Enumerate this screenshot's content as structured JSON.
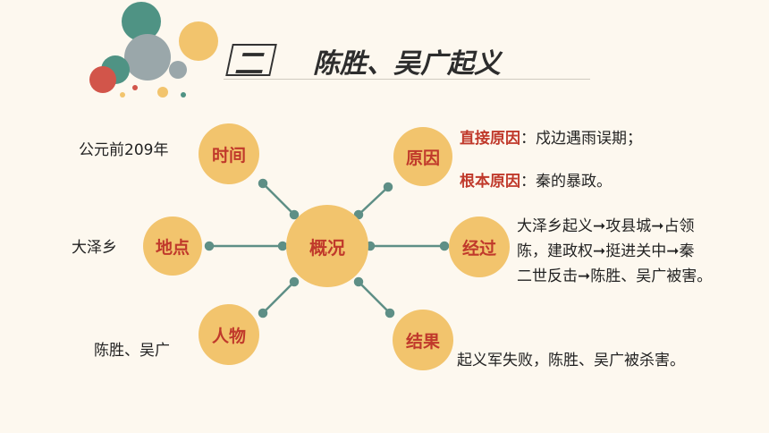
{
  "title": {
    "number": "二",
    "text": "陈胜、吴广起义"
  },
  "center": {
    "label": "概况"
  },
  "nodes": {
    "time": {
      "label": "时间",
      "value": "公元前209年"
    },
    "place": {
      "label": "地点",
      "value": "大泽乡"
    },
    "people": {
      "label": "人物",
      "value": "陈胜、吴广"
    },
    "cause": {
      "label": "原因",
      "direct_label": "直接原因",
      "direct_value": "：戍边遇雨误期；",
      "root_label": "根本原因",
      "root_value": "：秦的暴政。"
    },
    "process": {
      "label": "经过",
      "lines": [
        "大泽乡起义➞攻县城➞占领",
        "陈，建政权➞挺进关中➞秦",
        "二世反击➞陈胜、吴广被害。"
      ]
    },
    "result": {
      "label": "结果",
      "value": "起义军失败，陈胜、吴广被杀害。"
    }
  },
  "colors": {
    "background": "#fdf8ef",
    "node_fill": "#f2c46d",
    "node_text": "#c0392b",
    "connector": "#5e8f86"
  }
}
